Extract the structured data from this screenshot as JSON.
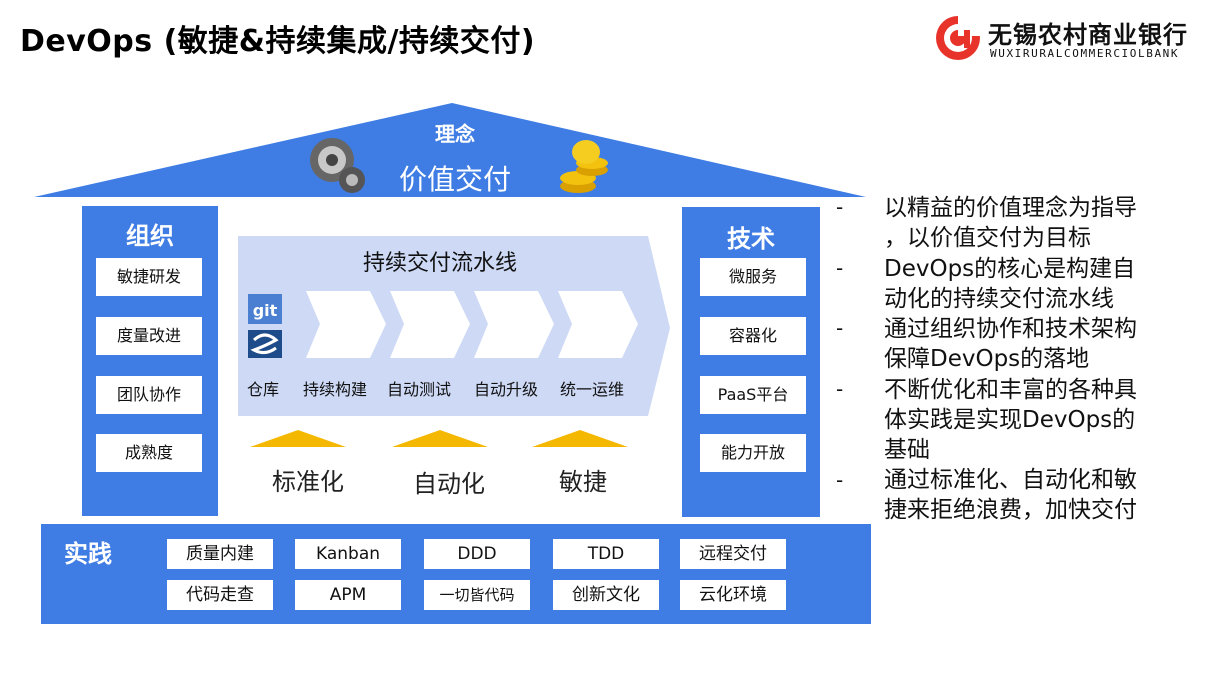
{
  "title": "DevOps (敏捷&持续集成/持续交付)",
  "brand": {
    "name_cn": "无锡农村商业银行",
    "name_en": "WUXIRURALCOMMERCIOLBANK",
    "color": "#e8332a"
  },
  "colors": {
    "accent": "#3f7de4",
    "pipeline": "#cdd9f5",
    "arrow": "#f5b800"
  },
  "roof": {
    "label": "理念",
    "value": "价值交付",
    "icons": [
      "gears-icon",
      "gold-coins-icon"
    ]
  },
  "left_pillar": {
    "title": "组织",
    "items": [
      "敏捷研发",
      "度量改进",
      "团队协作",
      "成熟度"
    ]
  },
  "right_pillar": {
    "title": "技术",
    "items": [
      "微服务",
      "容器化",
      "PaaS平台",
      "能力开放"
    ]
  },
  "pipeline": {
    "title": "持续交付流水线",
    "repo_icons": [
      "git-icon",
      "subversion-icon"
    ],
    "stages": [
      "仓库",
      "持续构建",
      "自动测试",
      "自动升级",
      "统一运维"
    ]
  },
  "principles": [
    "标准化",
    "自动化",
    "敏捷"
  ],
  "practice": {
    "title": "实践",
    "rows": [
      [
        "质量内建",
        "Kanban",
        "DDD",
        "TDD",
        "远程交付"
      ],
      [
        "代码走查",
        "APM",
        "一切皆代码",
        "创新文化",
        "云化环境"
      ]
    ]
  },
  "bullets": [
    [
      "以精益的价值理念为指导",
      "，以价值交付为目标"
    ],
    [
      "DevOps的核心是构建自",
      "动化的持续交付流水线"
    ],
    [
      "通过组织协作和技术架构",
      "保障DevOps的落地"
    ],
    [
      "不断优化和丰富的各种具",
      "体实践是实现DevOps的",
      "基础"
    ],
    [
      "通过标准化、自动化和敏",
      "捷来拒绝浪费，加快交付"
    ]
  ]
}
